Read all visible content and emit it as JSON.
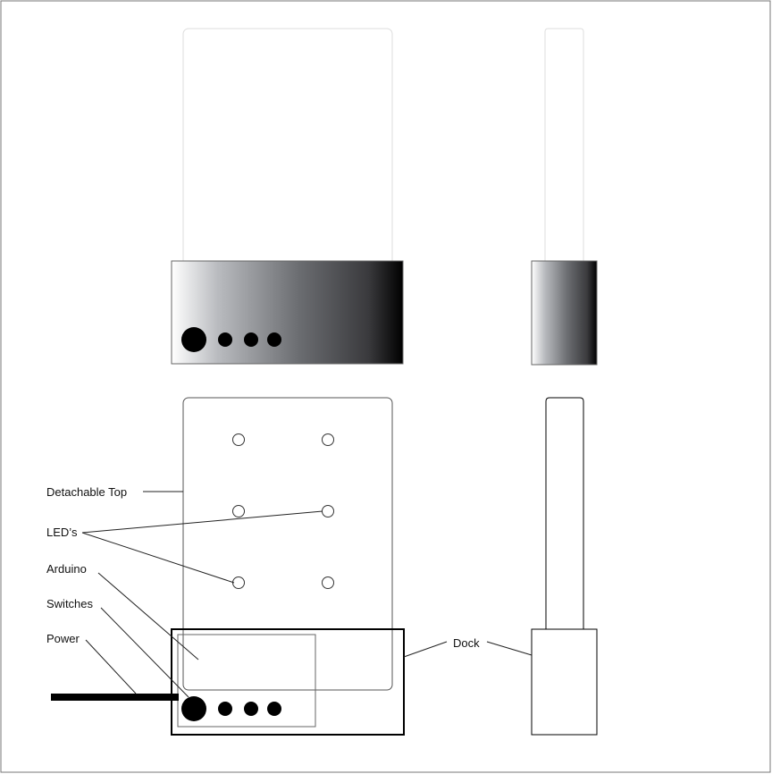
{
  "labels": {
    "detachable_top": "Detachable Top",
    "leds": "LED’s",
    "arduino": "Arduino",
    "switches": "Switches",
    "power": "Power",
    "dock": "Dock"
  }
}
